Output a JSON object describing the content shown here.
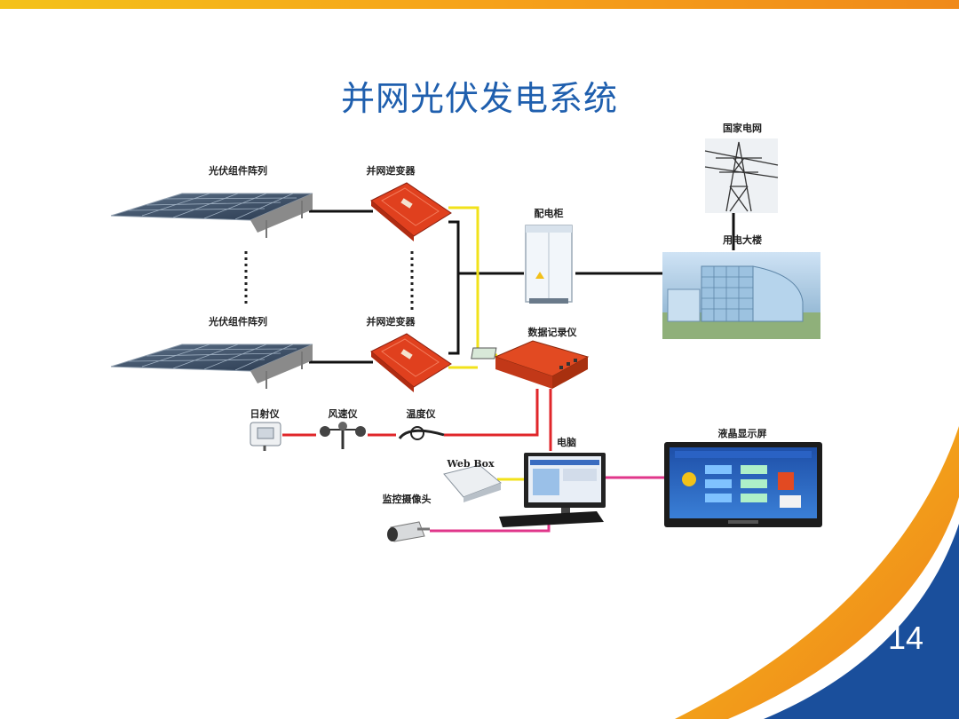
{
  "slide": {
    "title": "并网光伏发电系统",
    "page_number": "14"
  },
  "diagram": {
    "labels": {
      "pv_array_top": "光伏组件阵列",
      "pv_array_bottom": "光伏组件阵列",
      "inverter_top": "并网逆变器",
      "inverter_bottom": "并网逆变器",
      "distribution_cabinet": "配电柜",
      "national_grid": "国家电网",
      "building": "用电大楼",
      "data_logger": "数据记录仪",
      "irradiance_meter": "日射仪",
      "anemometer": "风速仪",
      "thermometer": "温度仪",
      "computer": "电脑",
      "web_box": "Web Box",
      "camera": "监控摄像头",
      "lcd_display": "液晶显示屏"
    }
  },
  "colors": {
    "title": "#1f5fae",
    "top_bar": "#f4b21a",
    "corner_blue": "#1a4f9c",
    "corner_orange": "#f29a1a",
    "inverter": "#e0401e",
    "power_line": "#111111",
    "dc_line": "#f2e21a",
    "signal_line": "#e0262a",
    "video_line": "#e0368a"
  }
}
